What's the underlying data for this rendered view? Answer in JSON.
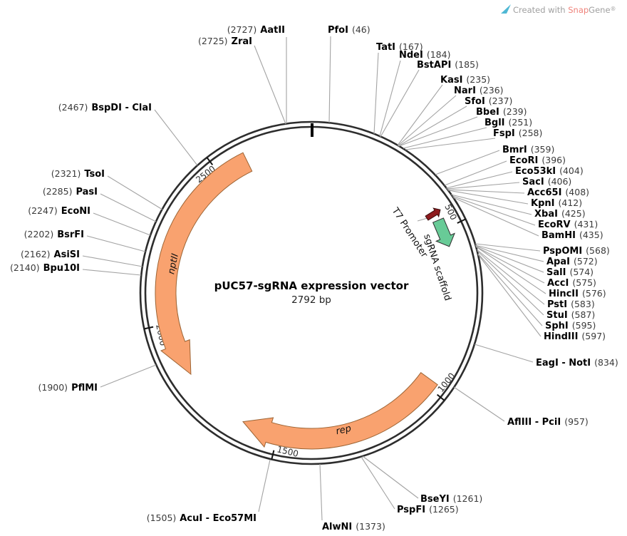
{
  "watermark": {
    "prefix": "Created with ",
    "brand": "Snap",
    "suffix": "Gene",
    "reg": "®"
  },
  "plasmid": {
    "name": "pUC57-sgRNA expression vector",
    "size": "2792 bp"
  },
  "ticks": [
    "500",
    "1000",
    "1500",
    "2000",
    "2500"
  ],
  "features": {
    "nptii": {
      "label": "nptII"
    },
    "rep": {
      "label": "rep"
    },
    "sgrna": {
      "label": "sgRNA scaffold"
    },
    "t7": {
      "label": "T7 Promoter"
    }
  },
  "sites": [
    {
      "name": "AatII",
      "pos": "(2727)"
    },
    {
      "name": "ZraI",
      "pos": "(2725)"
    },
    {
      "name": "PfoI",
      "pos": "(46)"
    },
    {
      "name": "TatI",
      "pos": "(167)"
    },
    {
      "name": "NdeI",
      "pos": "(184)"
    },
    {
      "name": "BstAPI",
      "pos": "(185)"
    },
    {
      "name": "KasI",
      "pos": "(235)"
    },
    {
      "name": "NarI",
      "pos": "(236)"
    },
    {
      "name": "SfoI",
      "pos": "(237)"
    },
    {
      "name": "BbeI",
      "pos": "(239)"
    },
    {
      "name": "BglI",
      "pos": "(251)"
    },
    {
      "name": "FspI",
      "pos": "(258)"
    },
    {
      "name": "BmrI",
      "pos": "(359)"
    },
    {
      "name": "EcoRI",
      "pos": "(396)"
    },
    {
      "name": "Eco53kI",
      "pos": "(404)"
    },
    {
      "name": "SacI",
      "pos": "(406)"
    },
    {
      "name": "Acc65I",
      "pos": "(408)"
    },
    {
      "name": "KpnI",
      "pos": "(412)"
    },
    {
      "name": "XbaI",
      "pos": "(425)"
    },
    {
      "name": "EcoRV",
      "pos": "(431)"
    },
    {
      "name": "BamHI",
      "pos": "(435)"
    },
    {
      "name": "PspOMI",
      "pos": "(568)"
    },
    {
      "name": "ApaI",
      "pos": "(572)"
    },
    {
      "name": "SalI",
      "pos": "(574)"
    },
    {
      "name": "AccI",
      "pos": "(575)"
    },
    {
      "name": "HincII",
      "pos": "(576)"
    },
    {
      "name": "PstI",
      "pos": "(583)"
    },
    {
      "name": "StuI",
      "pos": "(587)"
    },
    {
      "name": "SphI",
      "pos": "(595)"
    },
    {
      "name": "HindIII",
      "pos": "(597)"
    },
    {
      "name": "EagI - NotI",
      "pos": "(834)"
    },
    {
      "name": "AflIII - PciI",
      "pos": "(957)"
    },
    {
      "name": "BseYI",
      "pos": "(1261)"
    },
    {
      "name": "PspFI",
      "pos": "(1265)"
    },
    {
      "name": "AlwNI",
      "pos": "(1373)"
    },
    {
      "name": "AcuI - Eco57MI",
      "pos": "(1505)"
    },
    {
      "name": "PflMI",
      "pos": "(1900)"
    },
    {
      "name": "Bpu10I",
      "pos": "(2140)"
    },
    {
      "name": "AsiSI",
      "pos": "(2162)"
    },
    {
      "name": "BsrFI",
      "pos": "(2202)"
    },
    {
      "name": "EcoNI",
      "pos": "(2247)"
    },
    {
      "name": "PasI",
      "pos": "(2285)"
    },
    {
      "name": "TsoI",
      "pos": "(2321)"
    },
    {
      "name": "BspDI - ClaI",
      "pos": "(2467)"
    }
  ]
}
